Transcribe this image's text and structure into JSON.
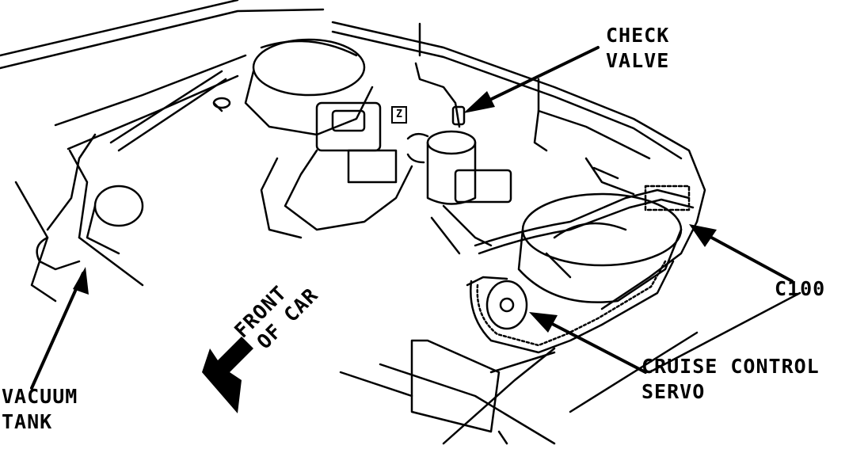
{
  "labels": {
    "check_valve_line1": "CHECK",
    "check_valve_line2": "VALVE",
    "c100": "C100",
    "cruise_line1": "CRUISE CONTROL",
    "cruise_line2": "SERVO",
    "vacuum_line1": "VACUUM",
    "vacuum_line2": "TANK",
    "front_line1": "FRONT",
    "front_line2": "OF CAR",
    "z_marker": "Z"
  },
  "colors": {
    "ink": "#000000",
    "paper": "#ffffff"
  }
}
